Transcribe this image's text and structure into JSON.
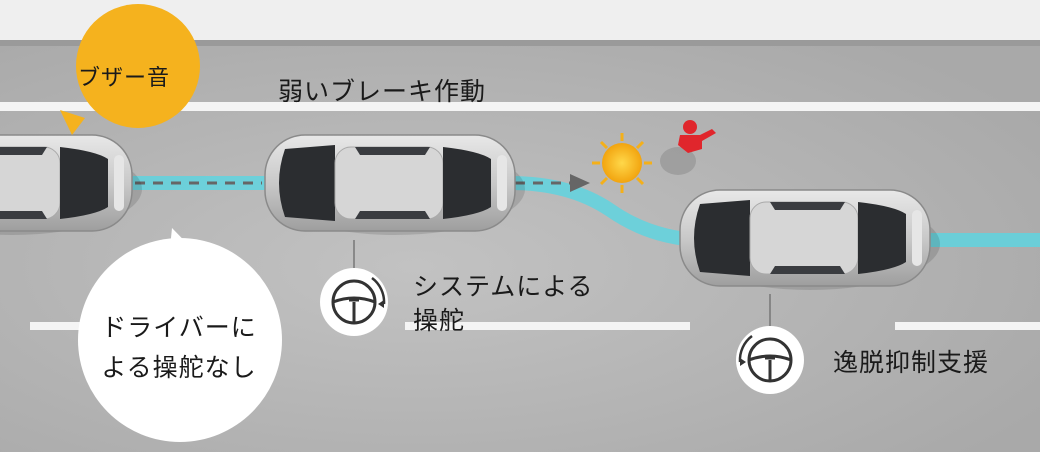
{
  "labels": {
    "buzzer": "ブザー音",
    "weak_brake": "弱いブレーキ作動",
    "no_driver_steering_line1": "ドライバーに",
    "no_driver_steering_line2": "よる操舵なし",
    "system_steering_line1": "システムによる",
    "system_steering_line2": "操舵",
    "departure_assist": "逸脱抑制支援"
  },
  "colors": {
    "road": "#b5b5b5",
    "shoulder": "#d8d8d8",
    "lane_line": "#f4f4f4",
    "path": "#5fd3df",
    "buzzer_bubble": "#f5b21e",
    "warning_sun": "#f7b919",
    "pedestrian": "#e0262c",
    "text": "#1a1a1a"
  },
  "icons": [
    "steering-wheel-icon",
    "warning-sun-icon",
    "pedestrian-icon",
    "car-icon"
  ]
}
